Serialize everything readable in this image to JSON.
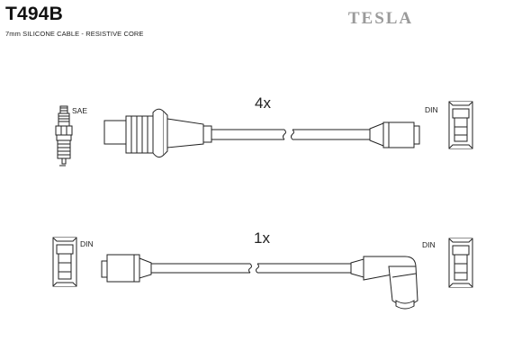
{
  "header": {
    "part_number": "T494B",
    "brand_logo": "TESLA",
    "description": "7mm SILICONE CABLE - RESISTIVE CORE"
  },
  "set_top": {
    "quantity": "4x",
    "left_label": "SAE",
    "right_label": "DIN"
  },
  "set_bottom": {
    "quantity": "1x",
    "left_label": "DIN",
    "right_label": "DIN"
  },
  "colors": {
    "line": "#222222",
    "logo": "#9a9a9a",
    "fill": "#ffffff"
  }
}
